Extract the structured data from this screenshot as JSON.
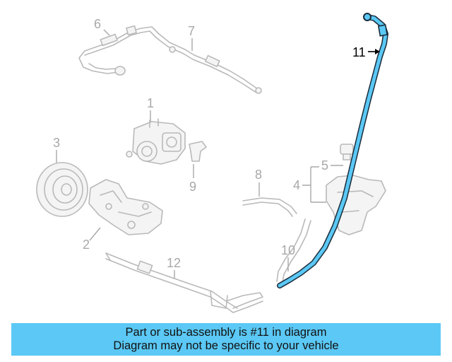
{
  "diagram": {
    "callouts": {
      "c1": "1",
      "c2": "2",
      "c3": "3",
      "c4": "4",
      "c5": "5",
      "c6": "6",
      "c7": "7",
      "c8": "8",
      "c9": "9",
      "c10": "10",
      "c11": "11",
      "c12": "12"
    },
    "highlighted_part": "11",
    "highlight_color": "#5bc8f5",
    "ghost_color": "#b9b9b9"
  },
  "banner": {
    "line1": "Part or sub-assembly is #11 in diagram",
    "line2": "Diagram may not be specific to your vehicle",
    "background": "#5bc8f5"
  }
}
